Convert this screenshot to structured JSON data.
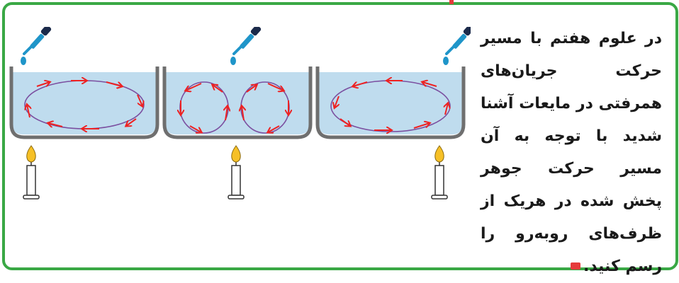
{
  "question": {
    "text": "در علوم هفتم با مسیر حرکت جریان‌های همرفتی در مایعات آشنا شدید با توجه به آن مسیر حرکت جوهر پخش شده در هریک از ظرف‌های روبه‌رو را رسم کنید."
  },
  "figure": {
    "containers": [
      {
        "circulation": "single-loop",
        "heat_source": "left"
      },
      {
        "circulation": "double-loop",
        "heat_source": "center"
      },
      {
        "circulation": "single-loop",
        "heat_source": "right"
      }
    ]
  },
  "colors": {
    "frame": "#3aa845",
    "water": "#bfdcee",
    "arrow": "#ee2222",
    "loop": "#7b4fa0",
    "container": "#6f6f6f"
  },
  "icons": [
    "dropper-icon",
    "candle-icon",
    "flame-icon"
  ]
}
